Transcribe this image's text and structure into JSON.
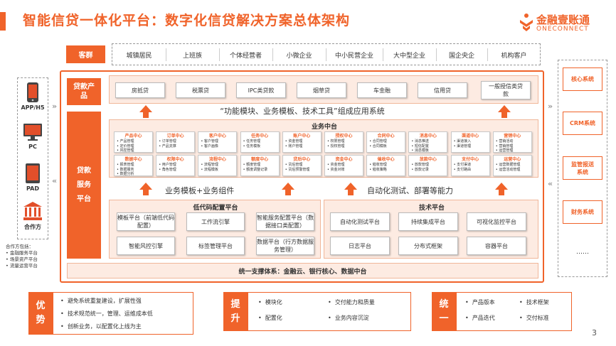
{
  "title": "智能信贷一体化平台：数字化信贷解决方案总体架构",
  "logo": {
    "cn": "金融壹账通",
    "en": "ONECONNECT",
    "color": "#f0632a"
  },
  "colors": {
    "accent": "#f0632a",
    "light_orange": "#fdebe2"
  },
  "customers": {
    "label": "客群",
    "items": [
      "城镇居民",
      "上班族",
      "个体经营者",
      "小微企业",
      "中小民营企业",
      "大中型企业",
      "国企央企",
      "机构客户"
    ]
  },
  "channels": {
    "items": [
      {
        "label": "APP/H5",
        "icon": "mobile-phone-icon"
      },
      {
        "label": "PC",
        "icon": "monitor-icon"
      },
      {
        "label": "PAD",
        "icon": "tablet-icon"
      },
      {
        "label": "合作方",
        "icon": "bank-building-icon"
      }
    ],
    "partners_title": "合作方包括：",
    "partners": [
      "金融服务平台",
      "场景资产平台",
      "流量运营平台"
    ]
  },
  "loan_products": {
    "label": "贷款产品",
    "items": [
      "房抵贷",
      "税票贷",
      "IPC类贷款",
      "烟草贷",
      "车金融",
      "信用贷",
      "一般授信类贷款"
    ]
  },
  "assembly_note": "“功能模块、业务模板、技术工具”组成应用系统",
  "loan_service": {
    "label_lines": [
      "贷款",
      "服务",
      "平台"
    ]
  },
  "business_platform": {
    "title": "业务中台",
    "row1": [
      {
        "t": "产品中心",
        "i": [
          "产品管理",
          "定价管理",
          "风控管理"
        ]
      },
      {
        "t": "订单中心",
        "i": [
          "订单管理",
          "产品支撑"
        ]
      },
      {
        "t": "客户中心",
        "i": [
          "客户管理",
          "客户画像"
        ]
      },
      {
        "t": "任务中心",
        "i": [
          "任务管理",
          "任务模板"
        ]
      },
      {
        "t": "账户中心",
        "i": [
          "资金管理",
          "账户管理"
        ]
      },
      {
        "t": "授权中心",
        "i": [
          "权限管理",
          "授权管理"
        ]
      },
      {
        "t": "合同中心",
        "i": [
          "合同管理",
          "合同模板"
        ]
      },
      {
        "t": "消息中心",
        "i": [
          "消息推送",
          "短信配置",
          "消息模板"
        ]
      },
      {
        "t": "渠道中心",
        "i": [
          "渠道接入",
          "渠道管理"
        ]
      },
      {
        "t": "营销中心",
        "i": [
          "营销活动",
          "营销管理",
          "运营管理"
        ]
      }
    ],
    "row2": [
      {
        "t": "数据中心",
        "i": [
          "报表管理",
          "数据服务",
          "数据分析"
        ]
      },
      {
        "t": "权限中心",
        "i": [
          "用户管理",
          "角色管理"
        ]
      },
      {
        "t": "流程中心",
        "i": [
          "流程管理",
          "流程模板"
        ]
      },
      {
        "t": "额度中心",
        "i": [
          "额度管理",
          "额度调整记录"
        ]
      },
      {
        "t": "贷后中心",
        "i": [
          "贷后管理",
          "贷后预警管理"
        ]
      },
      {
        "t": "资金中心",
        "i": [
          "资金管理",
          "资金对账"
        ]
      },
      {
        "t": "催收中心",
        "i": [
          "催收管理",
          "催收策略"
        ]
      },
      {
        "t": "放款中心",
        "i": [
          "放款管理",
          "放款记录"
        ]
      },
      {
        "t": "支付中心",
        "i": [
          "支付渠道",
          "支付路由"
        ]
      },
      {
        "t": "运营中心",
        "i": [
          "运营数据管理",
          "运营活动管理"
        ]
      }
    ]
  },
  "templates_label": "业务模板+业务组件",
  "automation_label": "自动化测试、部署等能力",
  "low_code": {
    "title": "低代码配置平台",
    "items": [
      "模板平台（前端低代码配置）",
      "工作流引擎",
      "智能服务配置平台（数据接口类配置）",
      "智能风控引擎",
      "标签管理平台",
      "数据平台（行方数据服务管理）"
    ]
  },
  "tech_platform": {
    "title": "技术平台",
    "items": [
      "自动化测试平台",
      "持续集成平台",
      "可视化监控平台",
      "日志平台",
      "分布式框架",
      "容器平台"
    ]
  },
  "support_system": "统一支撑体系：金融云、银行核心、数据中台",
  "side_systems": [
    "核心系统",
    "CRM系统",
    "监管报送系统",
    "财务系统",
    "……"
  ],
  "bottom": {
    "advantages": {
      "label": "优势",
      "items": [
        "避免系统重复建设，扩展性强",
        "技术规范统一，管理、运维成本低",
        "创新业务，以配置化上线为主"
      ]
    },
    "improvement": {
      "label": "提升",
      "items": [
        "模块化",
        "交付能力和质量",
        "配置化",
        "业务内容沉淀"
      ]
    },
    "unified": {
      "label": "统一",
      "items": [
        "产品版本",
        "技术框架",
        "产品迭代",
        "交付标准"
      ]
    }
  },
  "page_number": "3"
}
